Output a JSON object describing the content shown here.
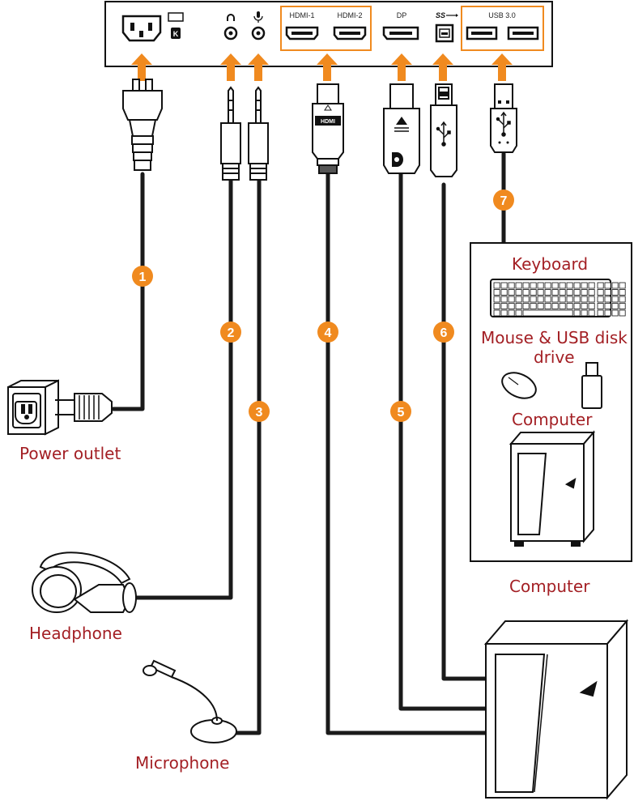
{
  "ports": {
    "hdmi1": "HDMI-1",
    "hdmi2": "HDMI-2",
    "dp": "DP",
    "ss": "SS",
    "usb3": "USB 3.0"
  },
  "cables": {
    "c1": "1",
    "c2": "2",
    "c3": "3",
    "c4": "4",
    "c5": "5",
    "c6": "6",
    "c7": "7"
  },
  "devices": {
    "power_outlet": "Power outlet",
    "headphone": "Headphone",
    "microphone": "Microphone",
    "keyboard": "Keyboard",
    "mouse_usb_line1": "Mouse & USB disk",
    "mouse_usb_line2": "drive",
    "computer_small": "Computer",
    "computer_large": "Computer"
  },
  "connector_text": {
    "hdmi_plug": "HDMI"
  },
  "colors": {
    "accent_orange": "#f08a1f",
    "label_red": "#a31f24",
    "cable_black": "#1a1a1a"
  }
}
